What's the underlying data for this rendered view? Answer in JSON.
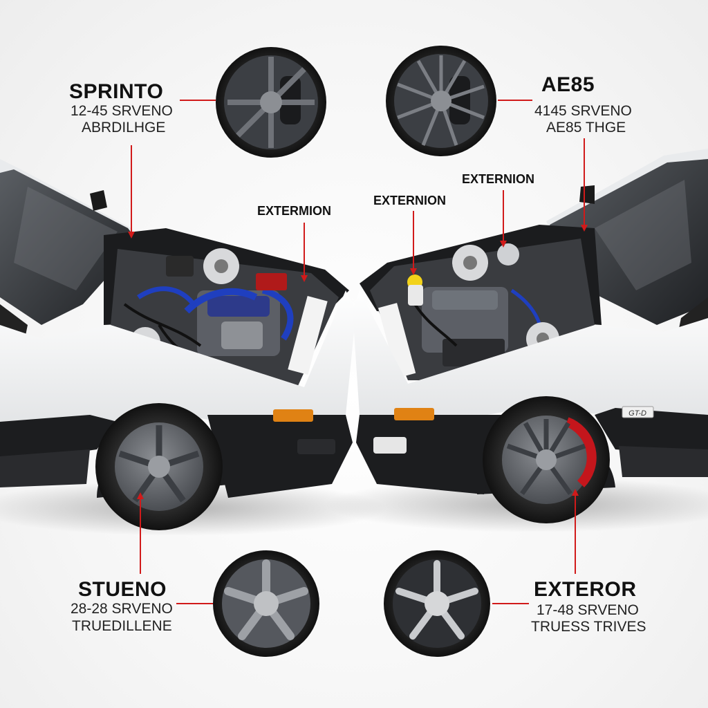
{
  "callouts": {
    "top_left": {
      "title": "SPRINTO",
      "line1": "12-45 SRVENO",
      "line2": "ABRDILHGE"
    },
    "top_right": {
      "title": "AE85",
      "line1": "4145 SRVENO",
      "line2": "AE85 THGE"
    },
    "engine_left": {
      "label": "EXTERMION"
    },
    "engine_center": {
      "label": "EXTERNION"
    },
    "engine_right": {
      "label": "EXTERNION"
    },
    "bottom_left": {
      "title": "STUENO",
      "line1": "28-28 SRVENO",
      "line2": "TRUEDILLENE"
    },
    "bottom_right": {
      "title": "EXTEROR",
      "line1": "17-48 SRVENO",
      "line2": "TRUESS TRIVES"
    }
  },
  "badge": {
    "text": "GT-D"
  },
  "colors": {
    "leader": "#d11a1a",
    "body_white": "#eceeef",
    "body_black": "#1c1d1f",
    "wheel_dark": "#2b2d30",
    "brake_red": "#c4161c",
    "hose_blue": "#1f3fbf"
  }
}
